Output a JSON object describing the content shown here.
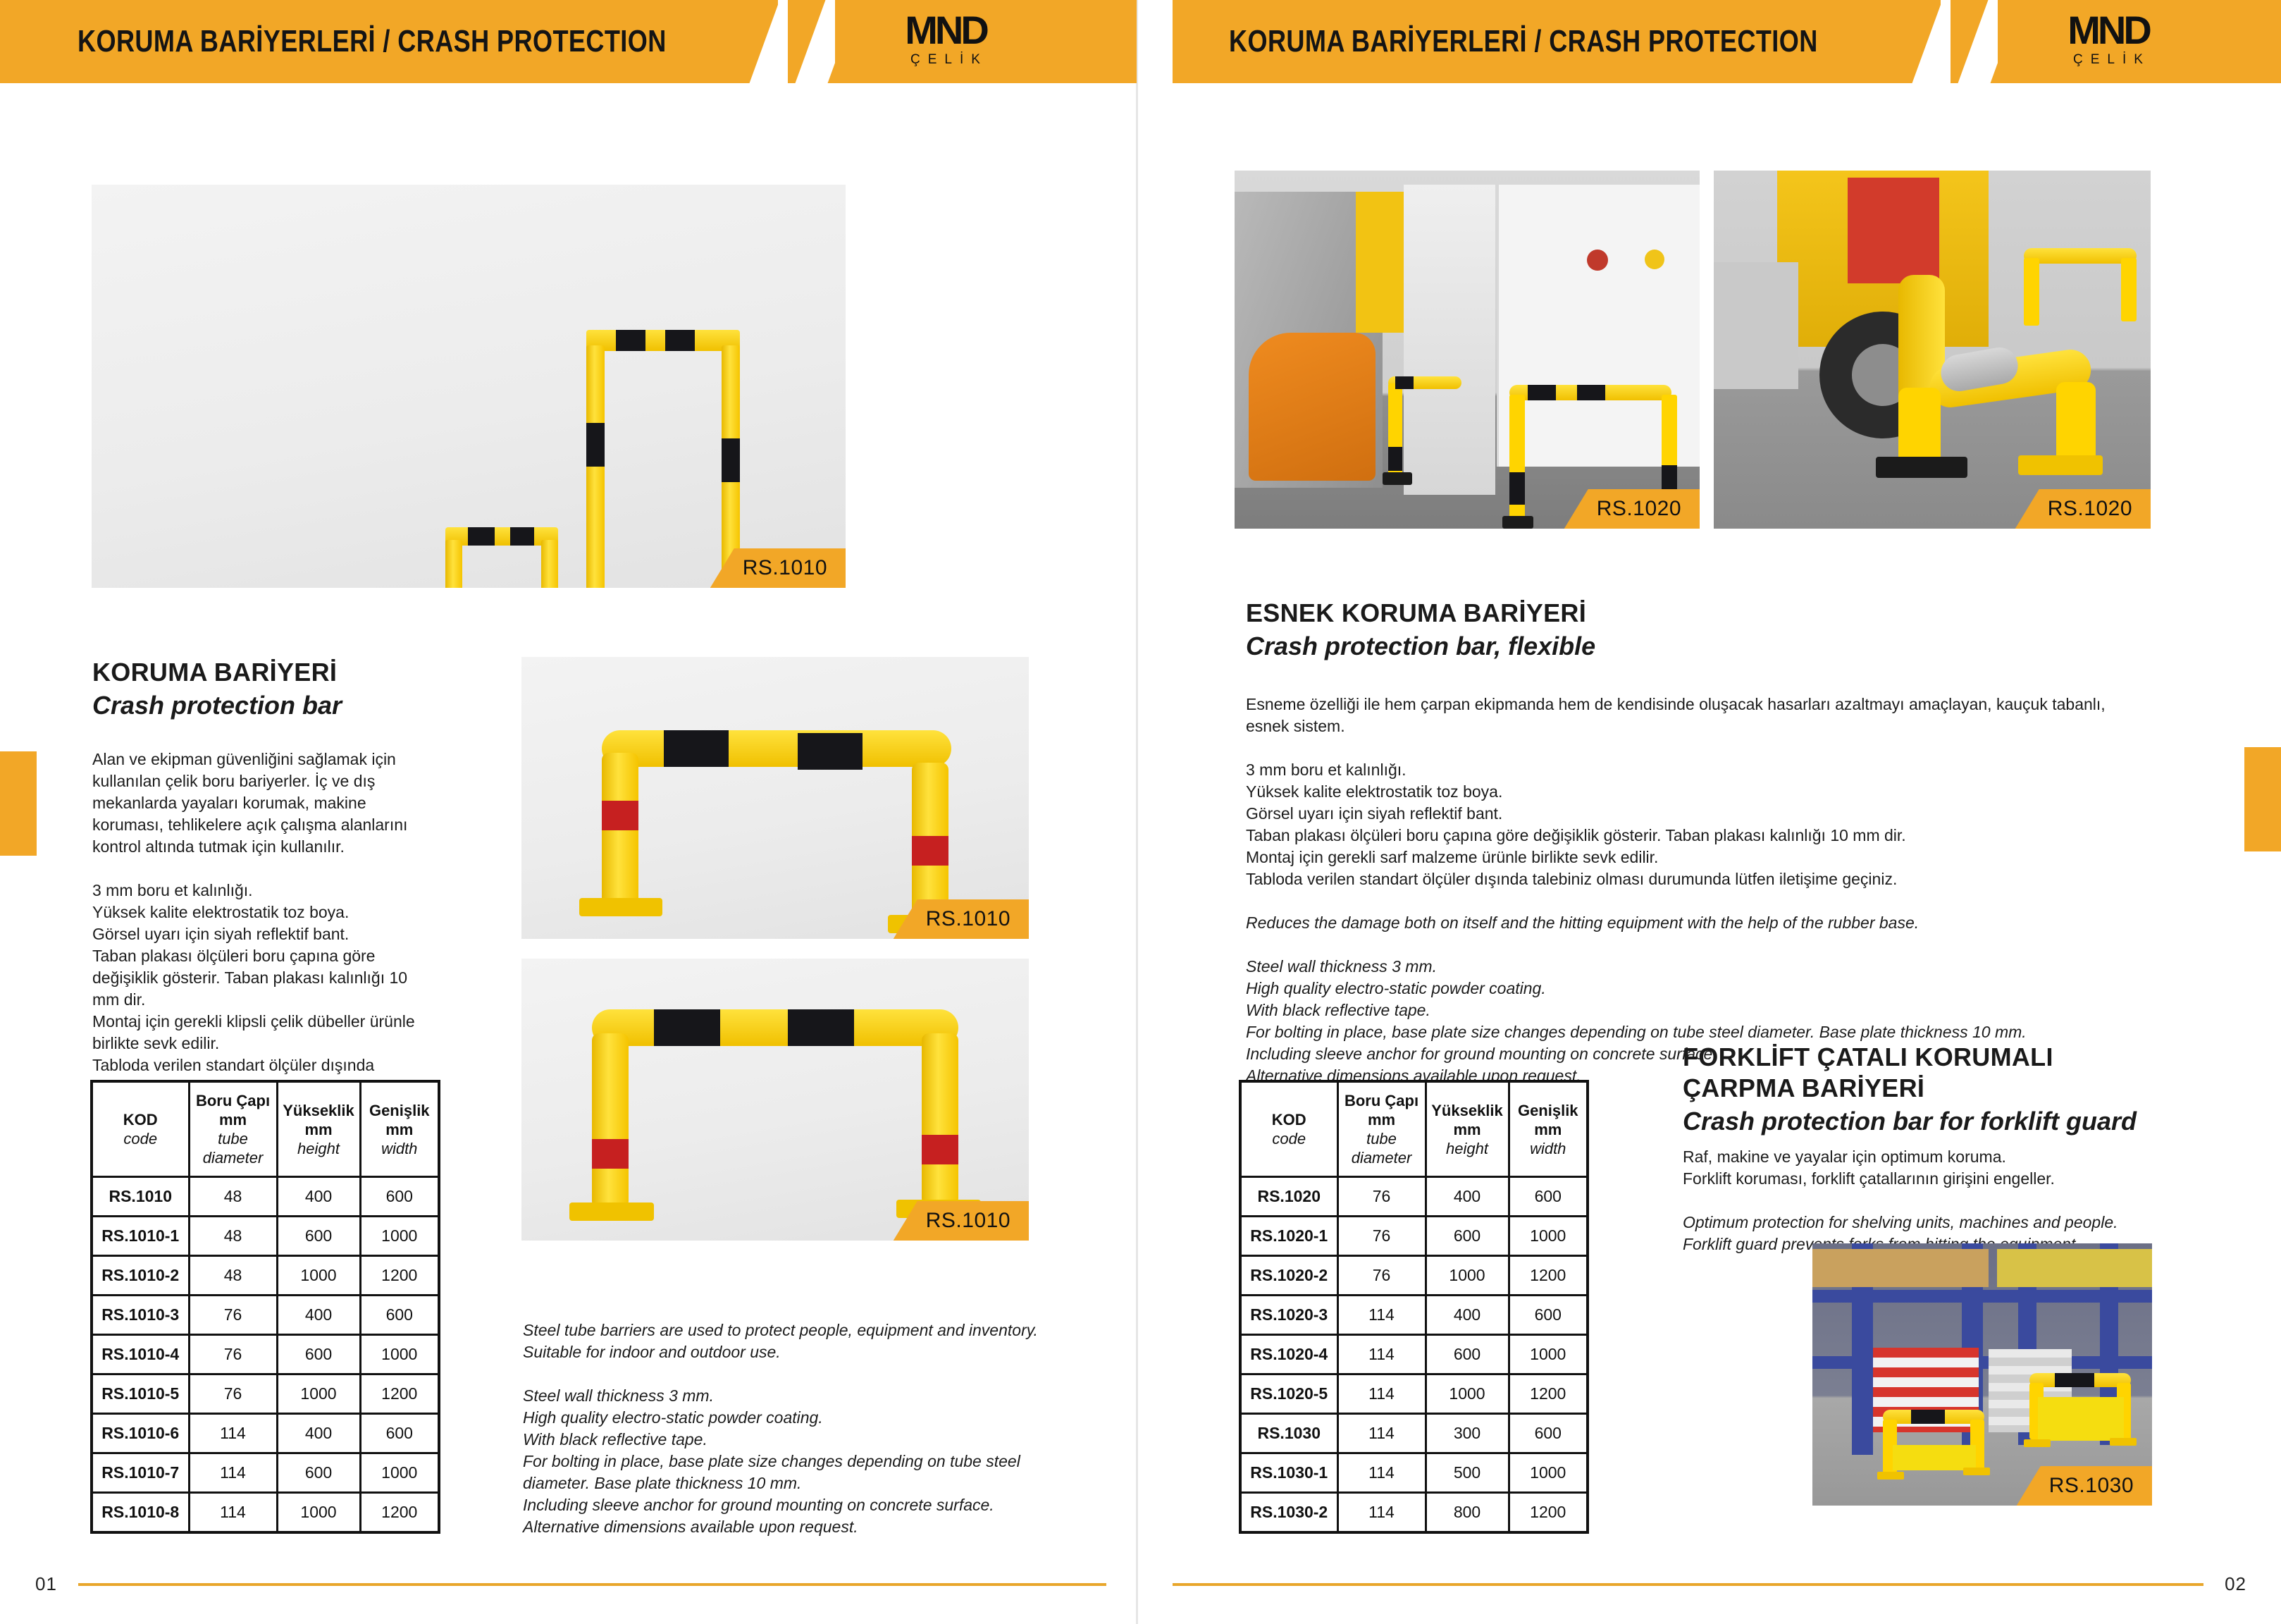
{
  "header": {
    "title_left": "KORUMA BARİYERLERİ / CRASH PROTECTION",
    "title_right": "KORUMA BARİYERLERİ / CRASH PROTECTION",
    "logo_mark": "MND",
    "logo_sub": "ÇELİK"
  },
  "left_page": {
    "page_number": "01",
    "hero_photo_badge": "RS.1010",
    "detail_photo_1_badge": "RS.1010",
    "detail_photo_2_badge": "RS.1010",
    "title_tr": "KORUMA BARİYERİ",
    "title_en": "Crash protection bar",
    "intro_tr": "Alan ve ekipman güvenliğini sağlamak için kullanılan çelik boru bariyerler. İç ve dış mekanlarda yayaları korumak, makine koruması, tehlikelere açık çalışma alanlarını kontrol altında tutmak için kullanılır.",
    "specs_tr": [
      "3 mm boru et kalınlığı.",
      "Yüksek kalite elektrostatik toz boya.",
      "Görsel uyarı için siyah reflektif bant.",
      "Taban plakası ölçüleri boru çapına göre değişiklik gösterir. Taban plakası kalınlığı 10 mm dir.",
      "Montaj için gerekli klipsli çelik dübeller ürünle birlikte sevk edilir.",
      "Tabloda verilen standart ölçüler dışında talebiniz olması durumunda lütfen iletişime geçiniz."
    ],
    "intro_en": "Steel tube barriers are used to protect people, equipment and inventory. Suitable for indoor and outdoor use.",
    "specs_en": [
      "Steel wall thickness 3 mm.",
      "High quality electro-static powder coating.",
      "With black reflective tape.",
      "For bolting in place, base plate size changes depending on tube steel diameter. Base plate thickness 10 mm.",
      "Including sleeve anchor for ground mounting on concrete surface.",
      "Alternative dimensions available upon request."
    ],
    "table": {
      "headers": [
        {
          "tr": "KOD",
          "en": "code"
        },
        {
          "tr": "Boru Çapı mm",
          "en": "tube diameter"
        },
        {
          "tr": "Yükseklik mm",
          "en": "height"
        },
        {
          "tr": "Genişlik mm",
          "en": "width"
        }
      ],
      "rows": [
        [
          "RS.1010",
          "48",
          "400",
          "600"
        ],
        [
          "RS.1010-1",
          "48",
          "600",
          "1000"
        ],
        [
          "RS.1010-2",
          "48",
          "1000",
          "1200"
        ],
        [
          "RS.1010-3",
          "76",
          "400",
          "600"
        ],
        [
          "RS.1010-4",
          "76",
          "600",
          "1000"
        ],
        [
          "RS.1010-5",
          "76",
          "1000",
          "1200"
        ],
        [
          "RS.1010-6",
          "114",
          "400",
          "600"
        ],
        [
          "RS.1010-7",
          "114",
          "600",
          "1000"
        ],
        [
          "RS.1010-8",
          "114",
          "1000",
          "1200"
        ]
      ]
    }
  },
  "right_page": {
    "page_number": "02",
    "photo_1_badge": "RS.1020",
    "photo_2_badge": "RS.1020",
    "photo_3_badge": "RS.1030",
    "flexible": {
      "title_tr": "ESNEK KORUMA BARİYERİ",
      "title_en": "Crash protection bar, flexible",
      "intro_tr": "Esneme özelliği ile hem çarpan ekipmanda hem de kendisinde oluşacak hasarları azaltmayı amaçlayan, kauçuk tabanlı, esnek sistem.",
      "specs_tr": [
        "3 mm boru et kalınlığı.",
        "Yüksek kalite elektrostatik toz boya.",
        "Görsel uyarı için siyah reflektif bant.",
        "Taban plakası ölçüleri boru çapına göre değişiklik gösterir. Taban plakası kalınlığı 10 mm dir.",
        "Montaj için gerekli sarf malzeme ürünle birlikte sevk edilir.",
        "Tabloda verilen standart ölçüler dışında talebiniz olması durumunda lütfen iletişime geçiniz."
      ],
      "intro_en": "Reduces the damage both on itself and the hitting equipment with the help of the rubber base.",
      "specs_en": [
        "Steel wall thickness 3 mm.",
        "High quality electro-static powder coating.",
        "With black reflective tape.",
        "For bolting in place, base plate size changes depending on tube steel diameter. Base plate thickness 10 mm.",
        "Including sleeve anchor for ground mounting on concrete surface.",
        "Alternative dimensions available upon request."
      ]
    },
    "forklift": {
      "title_tr": "FORKLİFT ÇATALI KORUMALI ÇARPMA BARİYERİ",
      "title_en": "Crash protection bar for forklift guard",
      "specs_tr": [
        "Raf, makine ve yayalar için optimum koruma.",
        "Forklift koruması, forklift çatallarının girişini engeller."
      ],
      "specs_en": [
        "Optimum protection for shelving units, machines and people.",
        "Forklift guard prevents forks from hitting the equipment."
      ]
    },
    "table": {
      "headers": [
        {
          "tr": "KOD",
          "en": "code"
        },
        {
          "tr": "Boru Çapı mm",
          "en": "tube diameter"
        },
        {
          "tr": "Yükseklik mm",
          "en": "height"
        },
        {
          "tr": "Genişlik mm",
          "en": "width"
        }
      ],
      "rows": [
        [
          "RS.1020",
          "76",
          "400",
          "600"
        ],
        [
          "RS.1020-1",
          "76",
          "600",
          "1000"
        ],
        [
          "RS.1020-2",
          "76",
          "1000",
          "1200"
        ],
        [
          "RS.1020-3",
          "114",
          "400",
          "600"
        ],
        [
          "RS.1020-4",
          "114",
          "600",
          "1000"
        ],
        [
          "RS.1020-5",
          "114",
          "1000",
          "1200"
        ],
        [
          "RS.1030",
          "114",
          "300",
          "600"
        ],
        [
          "RS.1030-1",
          "114",
          "500",
          "1000"
        ],
        [
          "RS.1030-2",
          "114",
          "800",
          "1200"
        ]
      ]
    }
  },
  "colors": {
    "brand_orange": "#f2a727",
    "barrier_yellow": "#ffd400",
    "band_black": "#16161a",
    "band_red": "#c62020",
    "text": "#1a1a1a"
  }
}
